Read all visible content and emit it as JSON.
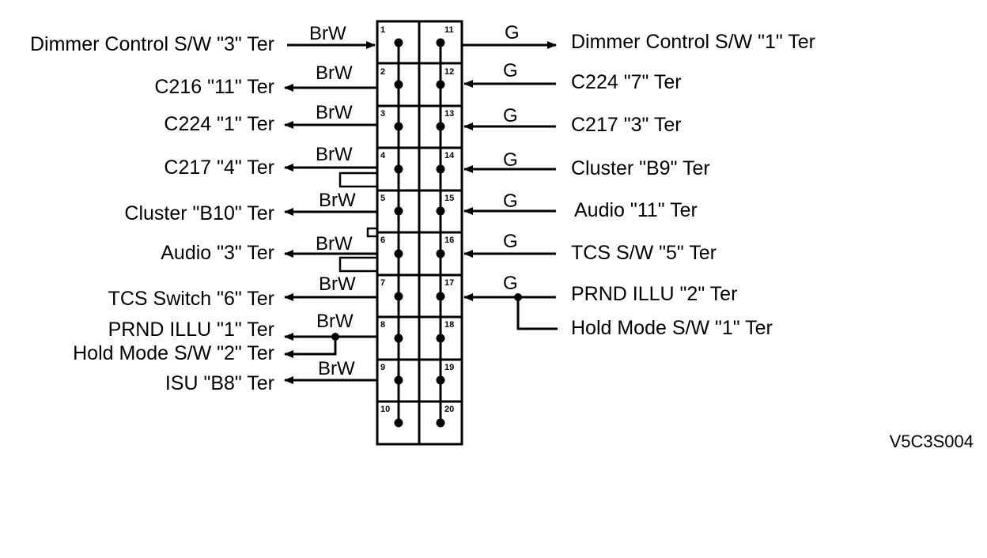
{
  "connector": {
    "left_pins": [
      "1",
      "2",
      "3",
      "4",
      "5",
      "6",
      "7",
      "8",
      "9",
      "10"
    ],
    "right_pins": [
      "11",
      "12",
      "13",
      "14",
      "15",
      "16",
      "17",
      "18",
      "19",
      "20"
    ]
  },
  "left_labels": [
    "Dimmer Control S/W \"3\" Ter",
    "C216 \"11\" Ter",
    "C224 \"1\" Ter",
    "C217 \"4\" Ter",
    "Cluster \"B10\" Ter",
    "Audio \"3\" Ter",
    "TCS Switch \"6\" Ter",
    "PRND ILLU \"1\" Ter",
    "Hold Mode S/W \"2\" Ter",
    "ISU \"B8\" Ter"
  ],
  "right_labels": [
    "Dimmer Control S/W \"1\" Ter",
    "C224 \"7\" Ter",
    "C217 \"3\" Ter",
    "Cluster \"B9\" Ter",
    "Audio \"11\" Ter",
    "TCS S/W \"5\" Ter",
    "PRND ILLU \"2\" Ter",
    "Hold Mode S/W \"1\" Ter"
  ],
  "left_wire_colors": [
    "BrW",
    "BrW",
    "BrW",
    "BrW",
    "BrW",
    "BrW",
    "BrW",
    "BrW",
    "BrW"
  ],
  "right_wire_colors": [
    "G",
    "G",
    "G",
    "G",
    "G",
    "G",
    "G"
  ],
  "diagram_code": "V5C3S004"
}
